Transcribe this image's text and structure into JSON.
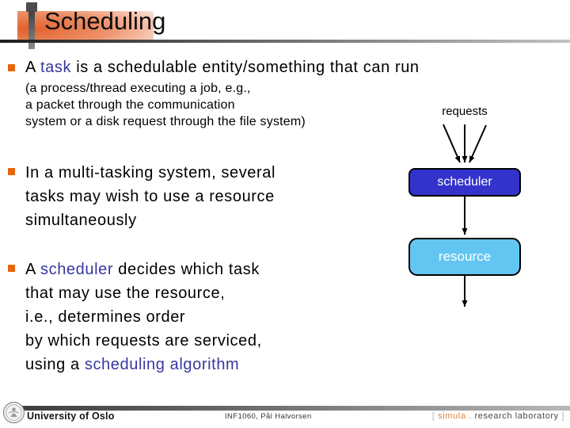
{
  "title": "Scheduling",
  "bullets": {
    "b1": {
      "pre": "A ",
      "keyword": "task",
      "post": " is a schedulable entity/something that can run",
      "sub_lines": [
        "(a process/thread executing a job, e.g.,",
        "a packet through the communication",
        "system or a disk request through the file system)"
      ]
    },
    "b2": {
      "lines": [
        "In a multi-tasking system, several",
        "tasks may wish to use a resource",
        "simultaneously"
      ]
    },
    "b3": {
      "l1_pre": "A ",
      "l1_keyword": "scheduler",
      "l1_post": " decides which task",
      "l2": "that may use the resource,",
      "l3": "i.e., determines order",
      "l4": "by which requests are serviced,",
      "l5_pre": "using a ",
      "l5_keyword": "scheduling algorithm"
    }
  },
  "diagram": {
    "requests_label": "requests",
    "scheduler_label": "scheduler",
    "resource_label": "resource"
  },
  "footer": {
    "university": "University of Oslo",
    "course_credit": "INF1060, Pål Halvorsen",
    "lab_open": "[ ",
    "lab_brand": "simula",
    "lab_dot": " . ",
    "lab_name": "research laboratory",
    "lab_close": " ]"
  },
  "colors": {
    "keyword_accent": "#37379e",
    "bullet_square": "#e8650f",
    "scheduler_fill": "#3333cc",
    "resource_fill": "#63c6f2",
    "simula_orange": "#e0853f",
    "title_glow_orange": "#e2602a"
  }
}
